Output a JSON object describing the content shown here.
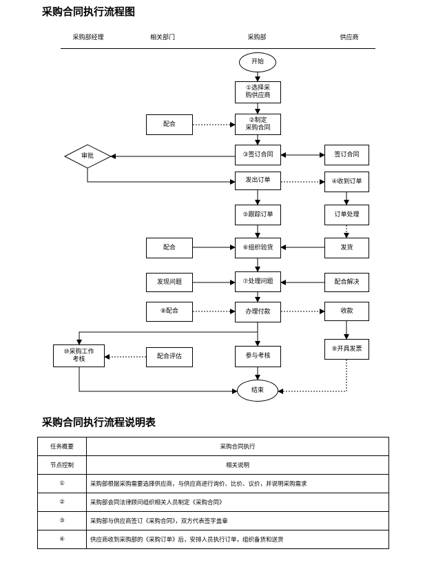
{
  "title": "采购合同执行流程图",
  "lanes": [
    "采购部经理",
    "相关部门",
    "采购部",
    "供应商"
  ],
  "nodes": {
    "start": "开始",
    "select_supplier": "①选择采\n购供应商",
    "draft_contract": "②制定\n采购合同",
    "cooperate1": "配合",
    "sign_contract": "③签订合同",
    "supplier_sign": "签订合同",
    "approve": "审批",
    "issue_order": "发出订单",
    "receive_order": "④收到订单",
    "track_order": "⑤跟踪订单",
    "order_process": "订单处理",
    "cooperate2": "配合",
    "organize_inspection": "⑥组织验货",
    "ship": "发货",
    "find_problem": "发现问题",
    "handle_problem": "⑦处理问题",
    "cooperate_solve": "配合解决",
    "cooperate3": "⑧配合",
    "handle_payment": "办理付款",
    "collect_payment": "收款",
    "assessment": "⑩采购工作\n考核",
    "cooperate_eval": "配合评估",
    "join_assessment": "参与考核",
    "issue_invoice": "⑨开具发票",
    "end": "结束"
  },
  "table_title": "采购合同执行流程说明表",
  "table": {
    "rows": [
      [
        "任务概要",
        "采购合同执行"
      ],
      [
        "节点控制",
        "相关说明"
      ],
      [
        "①",
        "采购部根据采购需要选择供应商，与供应商进行询价、比价、议价，并说明采购需求"
      ],
      [
        "②",
        "采购部会同法律顾问组织相关人员制定《采购合同》"
      ],
      [
        "③",
        "采购部与供应商签订《采购合同》，双方代表签字盖章"
      ],
      [
        "④",
        "供应商收到采购部的《采购订单》后，安排人员执行订单，组织备货和送货"
      ]
    ]
  }
}
